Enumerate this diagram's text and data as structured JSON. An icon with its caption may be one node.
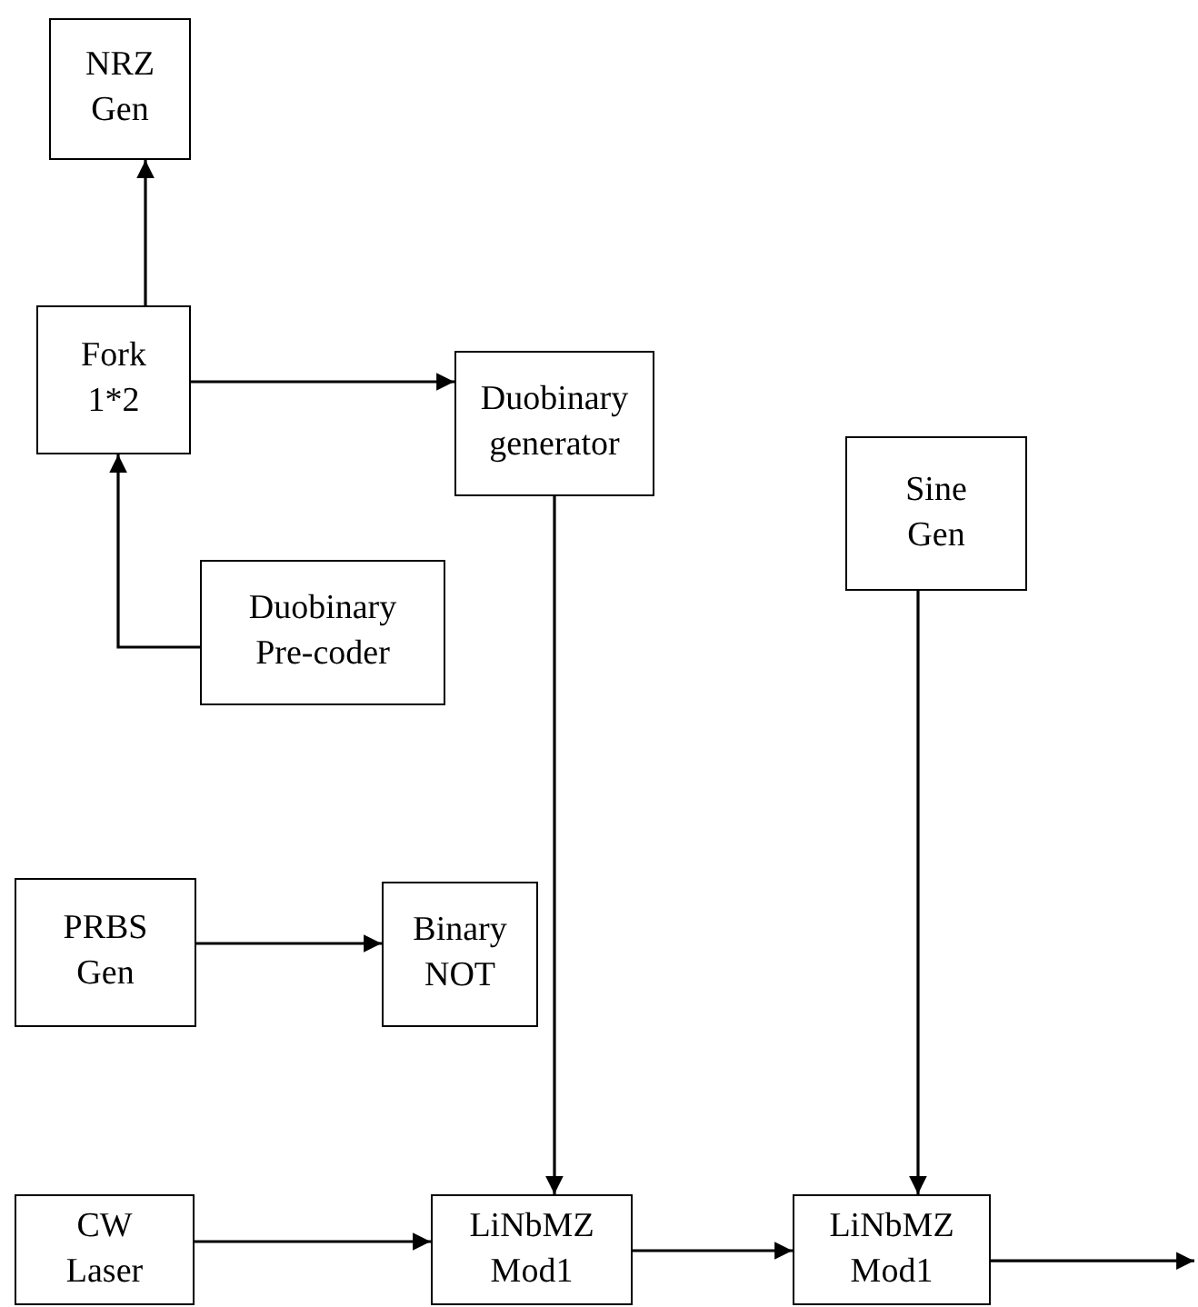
{
  "diagram": {
    "nodes": [
      {
        "text": [
          "NRZ Gen"
        ]
      },
      {
        "text": [
          "Fork 1*2"
        ]
      },
      {
        "text": [
          "Duobinary generator"
        ]
      },
      {
        "text": [
          "Sine Gen"
        ]
      },
      {
        "text": [
          "Duobinary Pre-coder"
        ]
      },
      {
        "text": [
          "PRBS Gen"
        ]
      },
      {
        "text": [
          "Binary NOT"
        ]
      },
      {
        "text": [
          "CW Laser"
        ]
      },
      {
        "text": [
          "LiNbMZ Mod1"
        ]
      },
      {
        "text": [
          "LiNbMZ Mod1"
        ]
      }
    ],
    "edges": [
      {
        "from": 1,
        "to": 0,
        "arrow": "to"
      },
      {
        "from": 1,
        "to": 2,
        "arrow": "to"
      },
      {
        "from": 4,
        "to": 1,
        "arrow": "to"
      },
      {
        "from": 5,
        "to": 6,
        "arrow": "to"
      },
      {
        "from": 2,
        "to": 8,
        "arrow": "to"
      },
      {
        "from": 3,
        "to": 9,
        "arrow": "to"
      },
      {
        "from": 7,
        "to": 8,
        "arrow": "to"
      },
      {
        "from": 8,
        "to": 9,
        "arrow": "to"
      },
      {
        "from": 9,
        "to": null,
        "arrow": "to"
      }
    ]
  }
}
